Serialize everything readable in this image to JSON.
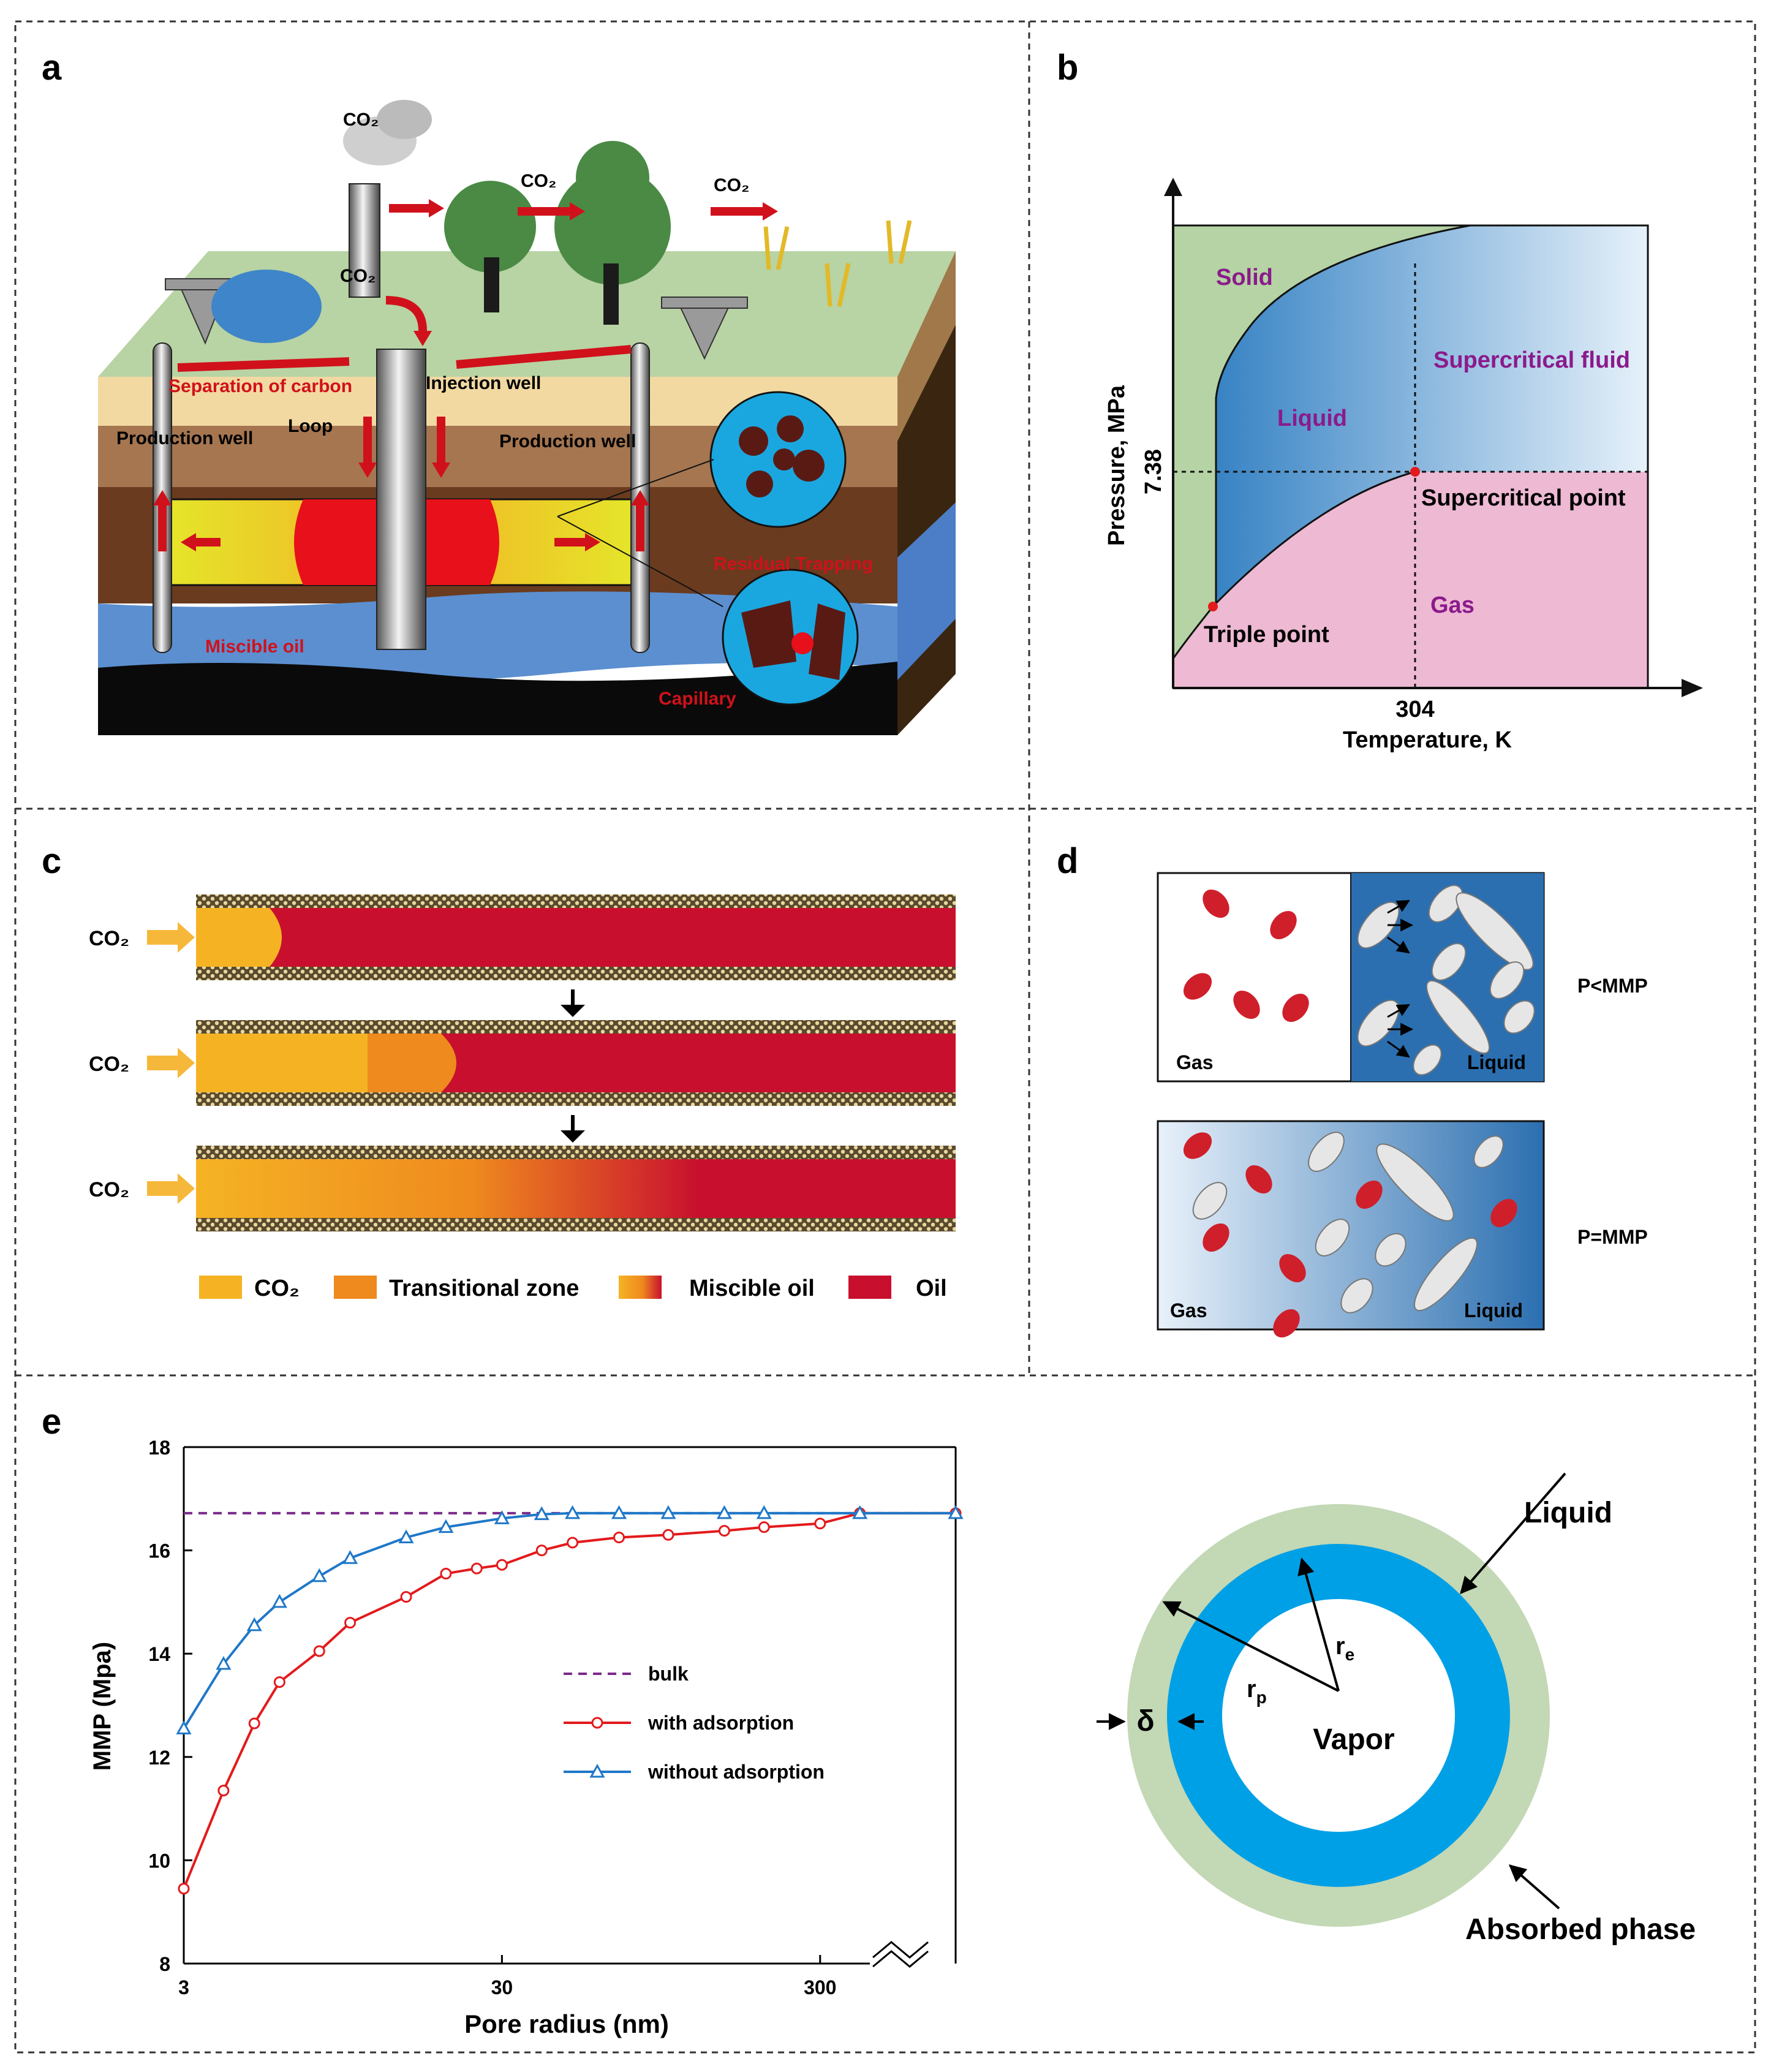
{
  "panel_labels": [
    "a",
    "b",
    "c",
    "d",
    "e"
  ],
  "panel_a": {
    "co2_labels": [
      "CO₂",
      "CO₂",
      "CO₂",
      "CO₂"
    ],
    "separation": "Separation of carbon",
    "loop": "Loop",
    "injection_well": "Injection well",
    "production_well_left": "Production well",
    "production_well_right": "Production well",
    "miscible_oil": "Miscible oil",
    "residual_trapping": "Residual Trapping",
    "capillary": "Capillary"
  },
  "panel_b": {
    "ylabel": "Pressure, MPa",
    "xlabel": "Temperature, K",
    "y_tick": "7.38",
    "x_tick": "304",
    "regions": {
      "solid": "Solid",
      "liquid": "Liquid",
      "supercritical": "Supercritical fluid",
      "gas": "Gas"
    },
    "supercritical_point": "Supercritical point",
    "triple_point": "Triple point",
    "colors": {
      "solid": "#b5d3a4",
      "liquid": "#2678bf",
      "gas": "#edb9d3",
      "label": "#8b1a8b"
    }
  },
  "panel_c": {
    "inlet_label": "CO₂",
    "legend": [
      "CO₂",
      "Transitional zone",
      "Miscible oil",
      "Oil"
    ],
    "colors": {
      "co2": "#f5b324",
      "transition": "#ef7f1a",
      "oil": "#c8102e"
    }
  },
  "panel_d": {
    "top": {
      "left": "Gas",
      "right": "Liquid",
      "condition": "P<MMP"
    },
    "bottom": {
      "left": "Gas",
      "right": "Liquid",
      "condition": "P=MMP"
    }
  },
  "panel_e": {
    "diagram": {
      "liquid": "Liquid",
      "vapor": "Vapor",
      "absorbed": "Absorbed phase",
      "delta": "δ",
      "r_p": "r",
      "r_p_sub": "p",
      "r_e": "r",
      "r_e_sub": "e"
    }
  },
  "chart_data": {
    "type": "line",
    "xlabel": "Pore radius (nm)",
    "ylabel": "MMP (Mpa)",
    "x_scale": "log",
    "x_ticks": [
      "3",
      "30",
      "300"
    ],
    "y_ticks": [
      "8",
      "10",
      "12",
      "14",
      "16",
      "18"
    ],
    "ylim": [
      8,
      18
    ],
    "legend_position": "center-right",
    "series": [
      {
        "name": "bulk",
        "style": "dashed",
        "color": "#7b2b8b",
        "x": [
          3,
          800
        ],
        "y": [
          16.72,
          16.72
        ]
      },
      {
        "name": "with adsorption",
        "marker": "circle",
        "color": "#e31a1c",
        "x": [
          3,
          4,
          5,
          6,
          8,
          10,
          15,
          20,
          25,
          30,
          40,
          50,
          70,
          100,
          150,
          200,
          300,
          400,
          800
        ],
        "y": [
          9.45,
          11.35,
          12.65,
          13.45,
          14.05,
          14.6,
          15.1,
          15.55,
          15.65,
          15.72,
          16.0,
          16.15,
          16.25,
          16.3,
          16.38,
          16.45,
          16.52,
          16.72,
          16.72
        ]
      },
      {
        "name": "without adsorption",
        "marker": "triangle",
        "color": "#1f78c8",
        "x": [
          3,
          4,
          5,
          6,
          8,
          10,
          15,
          20,
          30,
          40,
          50,
          70,
          100,
          150,
          200,
          400,
          800
        ],
        "y": [
          12.55,
          13.8,
          14.55,
          15.0,
          15.5,
          15.85,
          16.25,
          16.45,
          16.62,
          16.7,
          16.72,
          16.72,
          16.72,
          16.72,
          16.72,
          16.72,
          16.72
        ]
      }
    ]
  }
}
